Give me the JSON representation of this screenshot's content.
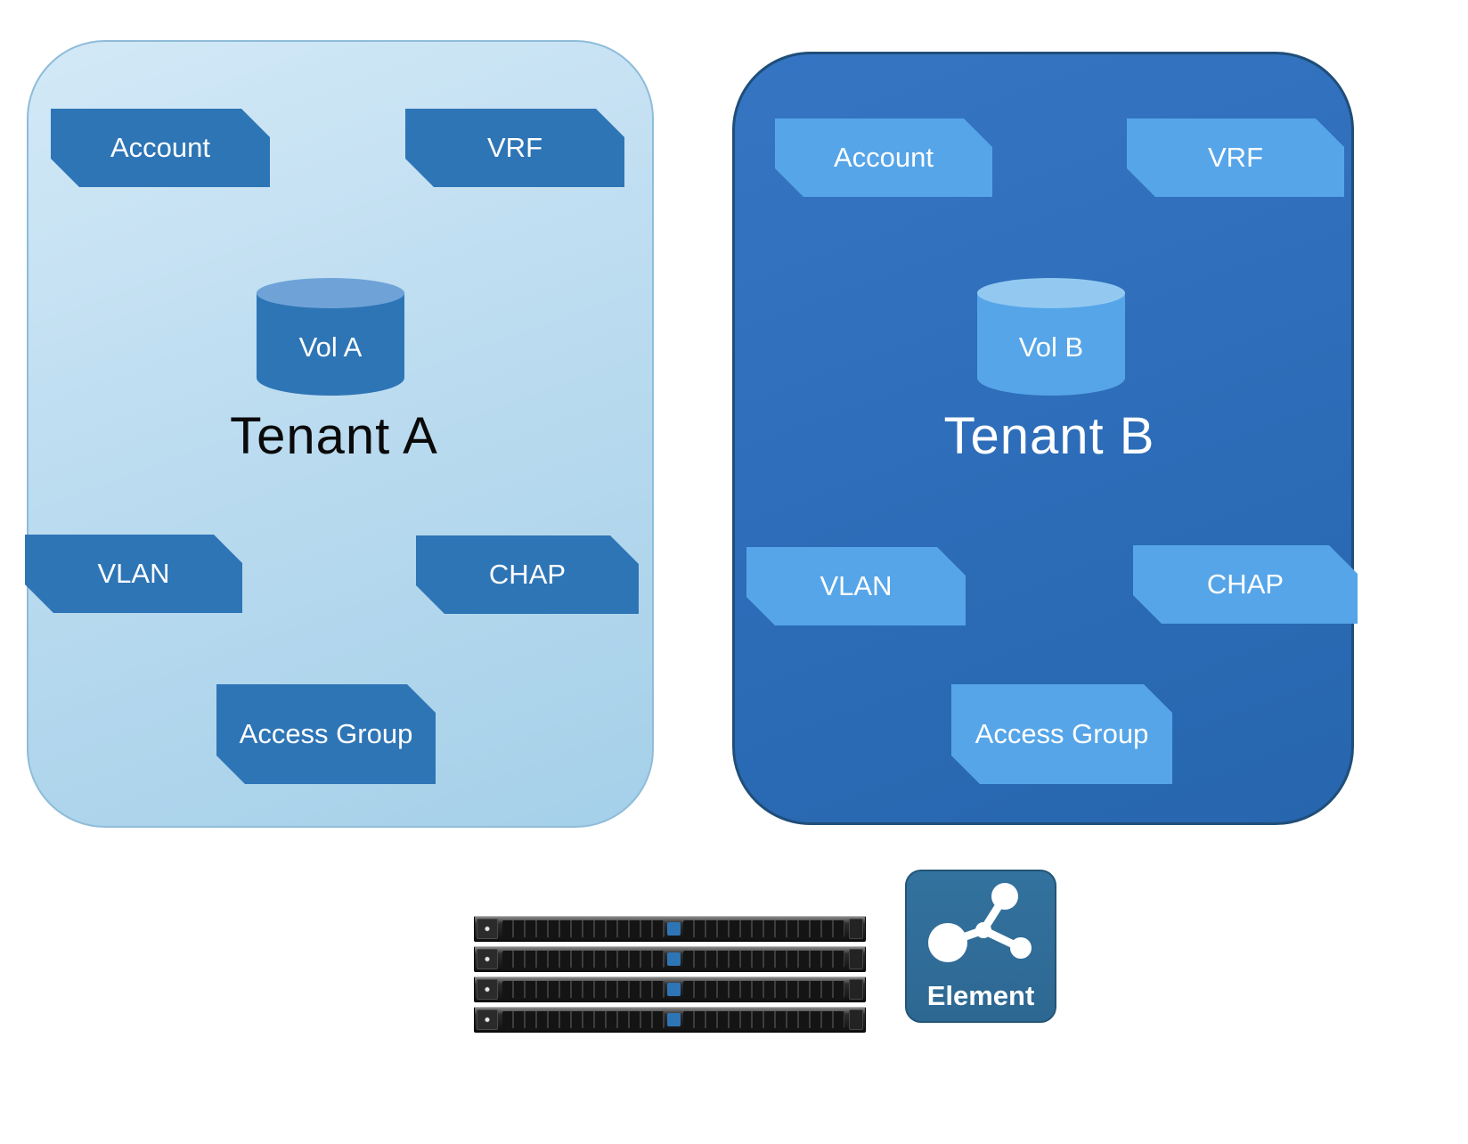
{
  "tenant_a": {
    "title": "Tenant A",
    "volume_label": "Vol A",
    "tags": {
      "account": "Account",
      "vrf": "VRF",
      "vlan": "VLAN",
      "chap": "CHAP",
      "access_group": "Access Group"
    }
  },
  "tenant_b": {
    "title": "Tenant B",
    "volume_label": "Vol B",
    "tags": {
      "account": "Account",
      "vrf": "VRF",
      "vlan": "VLAN",
      "chap": "CHAP",
      "access_group": "Access Group"
    }
  },
  "element_logo": {
    "label": "Element"
  },
  "colors": {
    "tenant_a_bg": "#bcdcf0",
    "tenant_a_tag": "#2e75b6",
    "tenant_b_bg": "#2d6db9",
    "tenant_b_tag": "#56a5e8",
    "tenant_b_border": "#1f4e79",
    "element_bg": "#2d6892"
  }
}
